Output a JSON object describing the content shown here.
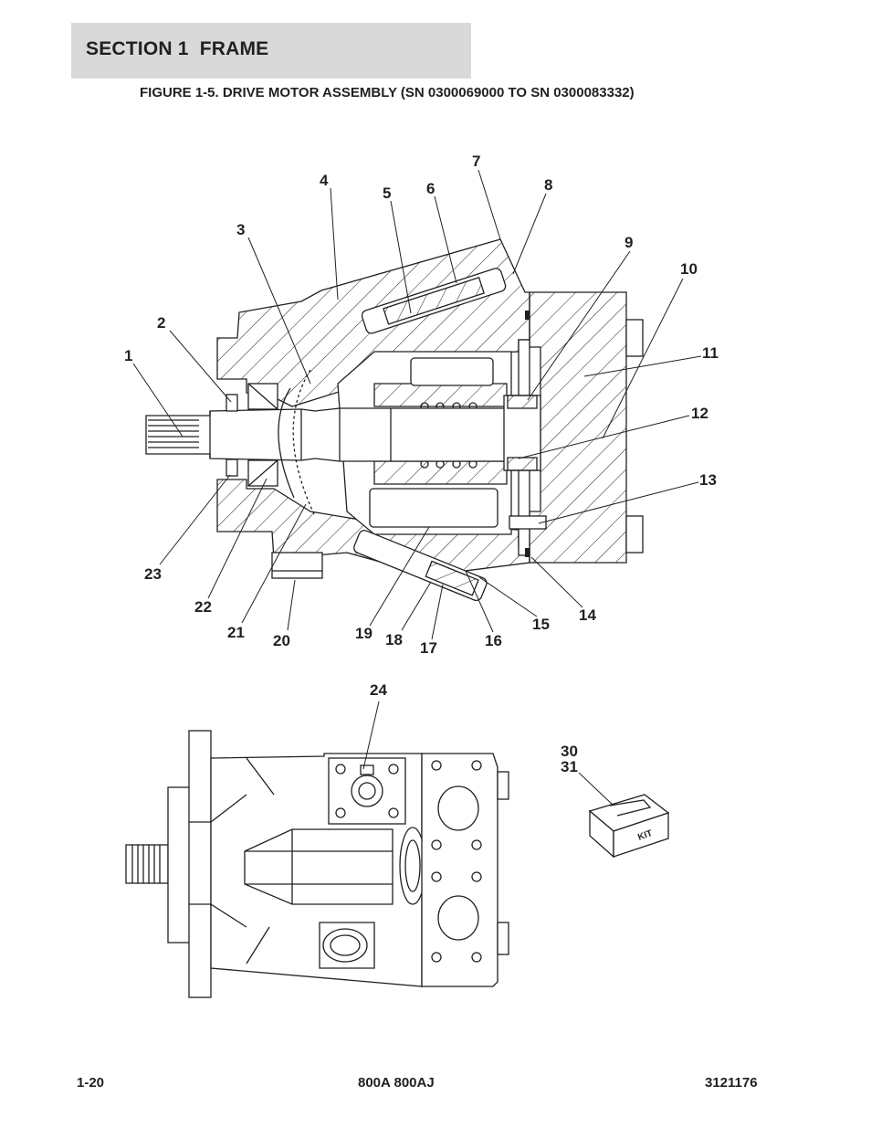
{
  "header": {
    "section_title": "SECTION 1  FRAME",
    "figure_title": "FIGURE 1-5. DRIVE MOTOR ASSEMBLY (SN 0300069000 TO SN 0300083332)"
  },
  "callouts": {
    "c1": "1",
    "c2": "2",
    "c3": "3",
    "c4": "4",
    "c5": "5",
    "c6": "6",
    "c7": "7",
    "c8": "8",
    "c9": "9",
    "c10": "10",
    "c11": "11",
    "c12": "12",
    "c13": "13",
    "c14": "14",
    "c15": "15",
    "c16": "16",
    "c17": "17",
    "c18": "18",
    "c19": "19",
    "c20": "20",
    "c21": "21",
    "c22": "22",
    "c23": "23",
    "c24": "24",
    "c30": "30",
    "c31": "31"
  },
  "kit_box_label": "KIT",
  "footer": {
    "page_number": "1-20",
    "model": "800A 800AJ",
    "doc_number": "3121176"
  }
}
